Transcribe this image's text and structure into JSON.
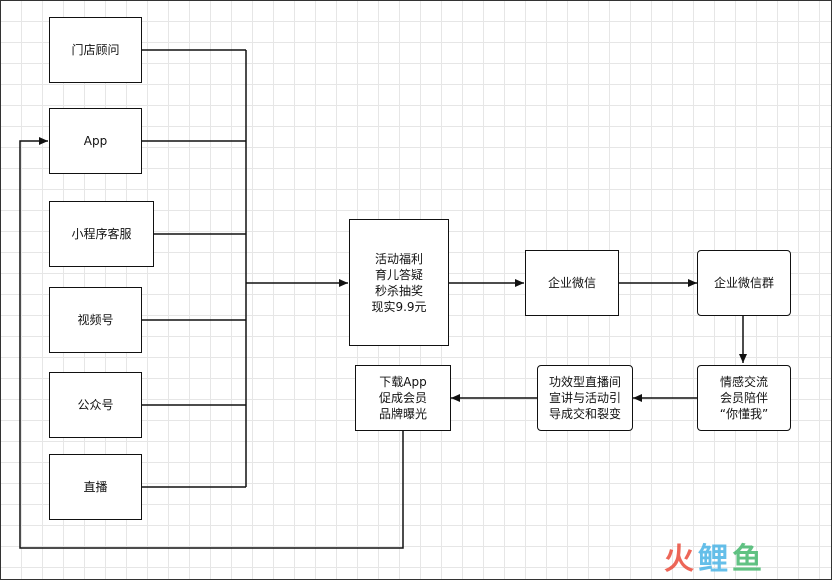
{
  "sources": [
    "门店顾问",
    "App",
    "小程序客服",
    "视频号",
    "公众号",
    "直播"
  ],
  "activity": [
    "活动福利",
    "育儿答疑",
    "秒杀抽奖",
    "现实9.9元"
  ],
  "wecom": "企业微信",
  "wecom_group": "企业微信群",
  "emotion": [
    "情感交流",
    "会员陪伴",
    "“你懂我”"
  ],
  "live": [
    "功效型直播间",
    "宣讲与活动引",
    "导成交和裂变"
  ],
  "download": [
    "下载App",
    "促成会员",
    "品牌曝光"
  ],
  "watermark": {
    "chars": [
      "火",
      "鲤",
      "鱼"
    ],
    "colors": [
      "#ea4c3b",
      "#4bb4e6",
      "#46b86e"
    ]
  }
}
